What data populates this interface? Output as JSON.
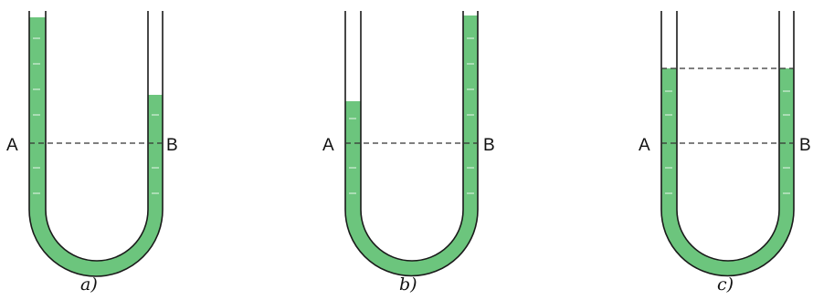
{
  "colors": {
    "liquid": "#6cc57d",
    "tube_wall": "#1a1a1a",
    "level_line": "#333333",
    "tick": "#ffffff"
  },
  "tubes": [
    {
      "caption": "a)",
      "left_label": "A",
      "right_label": "B",
      "left_level": 0.95,
      "right_level": 0.42,
      "top_dashed_line": false
    },
    {
      "caption": "b)",
      "left_label": "A",
      "right_label": "B",
      "left_level": 0.36,
      "right_level": 1.0,
      "top_dashed_line": false
    },
    {
      "caption": "c)",
      "left_label": "A",
      "right_label": "B",
      "left_level": 0.64,
      "right_level": 0.64,
      "top_dashed_line": true
    }
  ]
}
